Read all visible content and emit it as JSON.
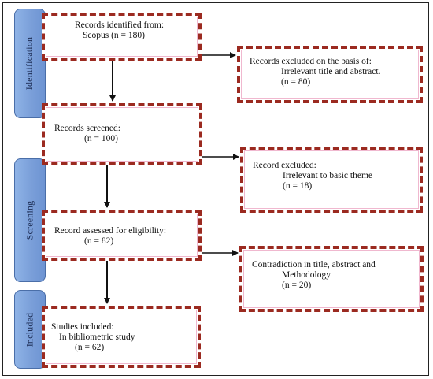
{
  "stages": {
    "identification": "Identification",
    "screening": "Screening",
    "included": "Included"
  },
  "boxes": {
    "records_identified": {
      "line1": "Records identified from:",
      "line2": "Scopus (n = 180)"
    },
    "records_excluded": {
      "line1": "Records excluded on the basis of:",
      "line2": "Irrelevant title and abstract.",
      "line3": "(n = 80)"
    },
    "records_screened": {
      "line1": "Records screened:",
      "line2": "(n = 100)"
    },
    "record_excluded": {
      "line1": "Record excluded:",
      "line2": "Irrelevant to basic theme",
      "line3": "(n = 18)"
    },
    "record_assessed": {
      "line1": "Record assessed for eligibility:",
      "line2": "(n = 82)"
    },
    "contradiction": {
      "line1": "Contradiction in title, abstract and",
      "line2": "Methodology",
      "line3": "(n = 20)"
    },
    "studies_included": {
      "line1": "Studies included:",
      "line2": "In bibliometric study",
      "line3": "(n = 62)"
    }
  }
}
